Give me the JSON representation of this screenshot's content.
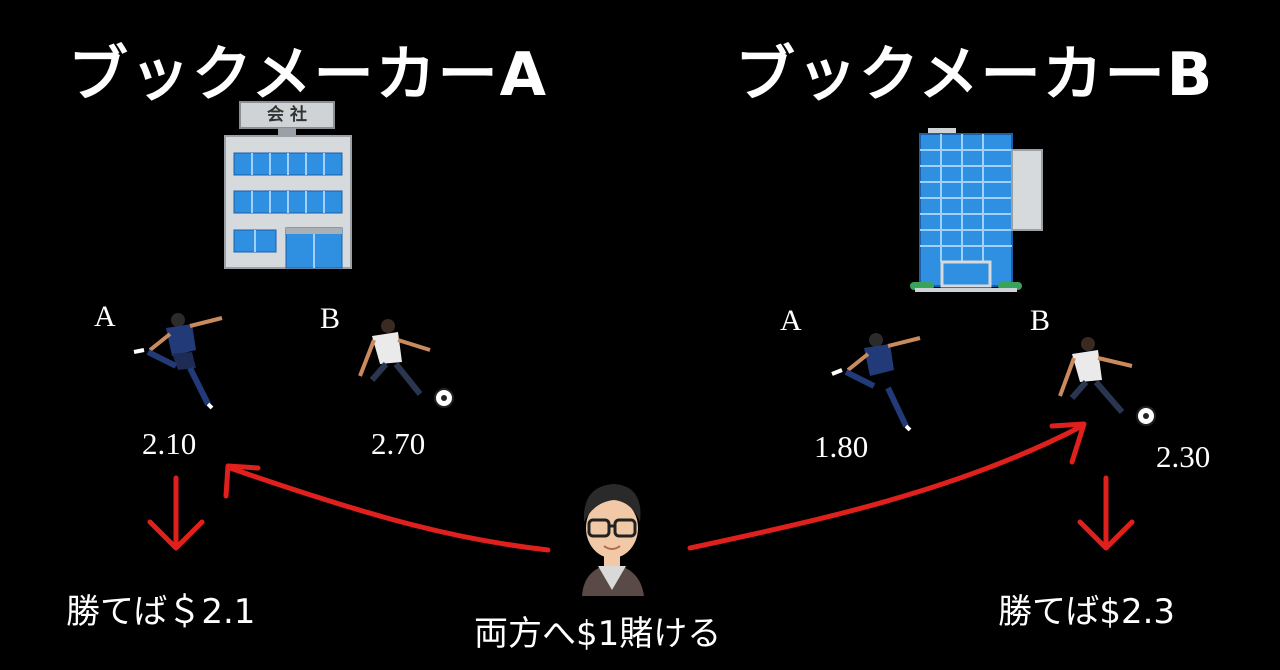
{
  "bookmaker_a": {
    "title": "ブックメーカーA",
    "building_sign": "会 社",
    "team_a_label": "A",
    "team_b_label": "B",
    "odds_a": "2.10",
    "odds_b": "2.70",
    "payout": "勝てば＄2.1"
  },
  "bookmaker_b": {
    "title": "ブックメーカーB",
    "team_a_label": "A",
    "team_b_label": "B",
    "odds_a": "1.80",
    "odds_b": "2.30",
    "payout": "勝てば$2.3"
  },
  "bettor": {
    "caption": "両方へ$1賭ける"
  },
  "colors": {
    "background": "#000000",
    "arrow": "#e0201c",
    "text": "#ffffff"
  }
}
